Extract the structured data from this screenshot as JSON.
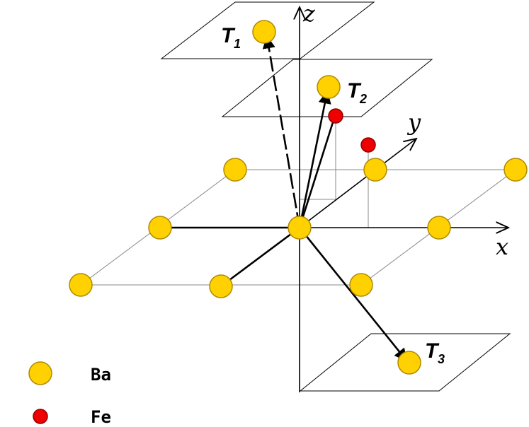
{
  "axes": {
    "x": "x",
    "y": "y",
    "z": "z"
  },
  "vectors": {
    "t1": {
      "letter": "T",
      "sub": "1"
    },
    "t2": {
      "letter": "T",
      "sub": "2"
    },
    "t3": {
      "letter": "T",
      "sub": "3"
    }
  },
  "legend": [
    {
      "label": "Ba",
      "color": "#ffd100"
    },
    {
      "label": "Fe",
      "color": "#ee0000"
    }
  ],
  "colors": {
    "ba": "#ffd100",
    "ba_stroke": "#b08a00",
    "fe": "#ee0000",
    "fe_stroke": "#900000"
  }
}
